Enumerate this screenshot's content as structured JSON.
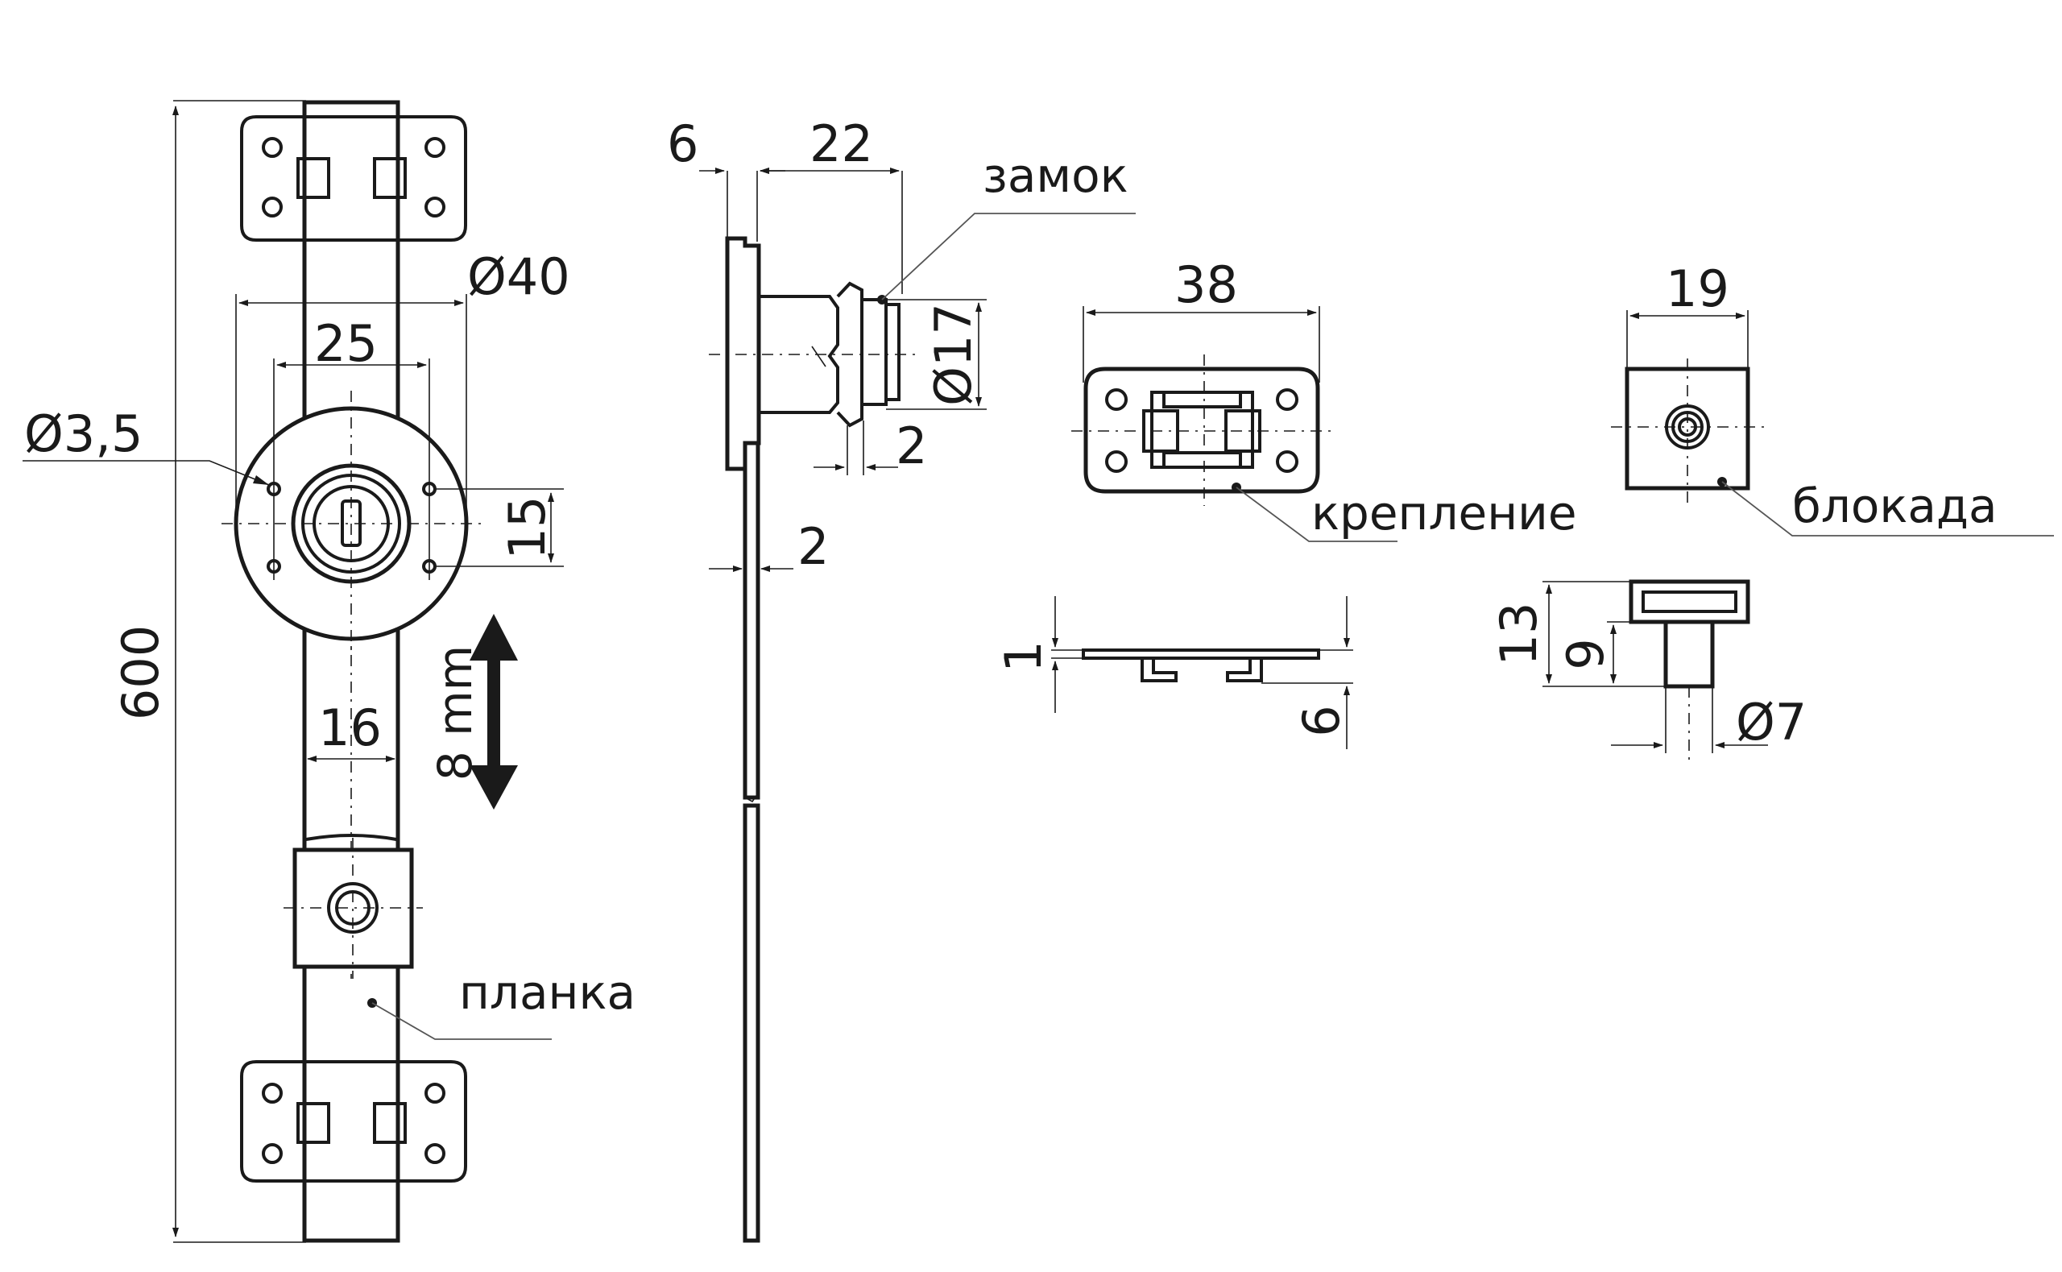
{
  "dimensions": {
    "front_total_height": "600",
    "rosette_diameter": "Ø40",
    "rosette_hole_spacing": "25",
    "rosette_hole_diameter": "Ø3,5",
    "rosette_hole_vertical_spacing": "15",
    "bar_width": "16",
    "travel": "8 mm",
    "side_plate_offset": "6",
    "side_cylinder_length": "22",
    "side_cylinder_diameter": "Ø17",
    "side_flange_thickness": "2",
    "side_bar_thickness": "2",
    "bracket_width": "38",
    "bracket_thickness": "1",
    "bracket_height": "6",
    "block_width": "19",
    "block_total_height": "13",
    "block_pin_height": "9",
    "block_pin_diameter": "Ø7"
  },
  "labels": {
    "lock": "замок",
    "bracket": "крепление",
    "block": "блокада",
    "strip": "планка"
  }
}
